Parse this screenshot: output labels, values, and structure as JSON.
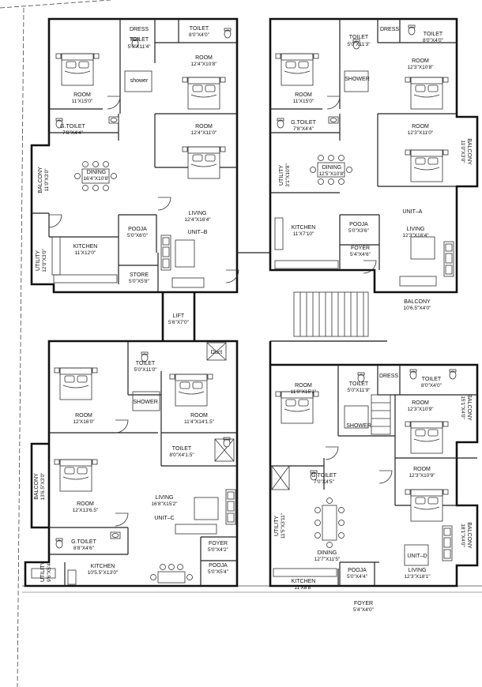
{
  "unit_b": {
    "name": "UNIT–B",
    "dress": "DRESS",
    "toilet1": {
      "name": "TOILET",
      "size": "5'0\"X11'4\""
    },
    "toilet2": {
      "name": "TOILET",
      "size": "8'0\"X4'0\""
    },
    "shower": "shower",
    "room_main": {
      "name": "ROOM",
      "size": "11'X15'0\""
    },
    "room_a": {
      "name": "ROOM",
      "size": "12'4\"X10'8\""
    },
    "room_b": {
      "name": "ROOM",
      "size": "12'4\"X11'0\""
    },
    "gtoilet": {
      "name": "G.TOILET",
      "size": "7'8\"X4'4\""
    },
    "dining": {
      "name": "DINING",
      "size": "16'4\"X10'8\""
    },
    "balcony": {
      "name": "BALCONY",
      "size": "11'0\"X3'0\""
    },
    "pooja": {
      "name": "POOJA",
      "size": "5'0\"X6'0\""
    },
    "living": {
      "name": "LIVING",
      "size": "12'4\"X16'4\""
    },
    "kitchen": {
      "name": "KITCHEN",
      "size": "11'X12'0\""
    },
    "utility": {
      "name": "UTILITY",
      "size": "12'0\"X3'0\""
    },
    "store": {
      "name": "STORE",
      "size": "5'0\"X5'8\""
    }
  },
  "unit_a": {
    "name": "UNIT–A",
    "dress": "DRESS",
    "toilet1": {
      "name": "TOILET",
      "size": "5'0\"X11'3\""
    },
    "toilet2": {
      "name": "TOILET",
      "size": "8'0\"X4'0\""
    },
    "shower": "SHOWER",
    "room_main": {
      "name": "ROOM",
      "size": "11'X15'0\""
    },
    "room_a": {
      "name": "ROOM",
      "size": "12'3\"X10'8\""
    },
    "room_b": {
      "name": "ROOM",
      "size": "12'3\"X11'0\""
    },
    "gtoilet": {
      "name": "G.TOILET",
      "size": "7'8\"X4'4\""
    },
    "dining": {
      "name": "DINING",
      "size": "12'5\"X10'8\""
    },
    "utility": {
      "name": "UTILITY",
      "size": "3'1\"X10'8\""
    },
    "balcony_side": {
      "name": "BALCONY",
      "size": "11'0\"X3'0\""
    },
    "kitchen": {
      "name": "KITCHEN",
      "size": "11'X7'10\""
    },
    "pooja": {
      "name": "POOJA",
      "size": "5'0\"X3'6\""
    },
    "living": {
      "name": "LIVING",
      "size": "12'3\"X16'4\""
    },
    "foyer": {
      "name": "FOYER",
      "size": "5'4\"X4'6\""
    },
    "balcony_bottom": {
      "name": "BALCONY",
      "size": "10'6.5\"X4'0\""
    }
  },
  "lift": {
    "name": "LIFT",
    "size": "5'6\"X7'0\""
  },
  "duct": "Duct",
  "unit_c": {
    "name": "UNIT–C",
    "toilet1": {
      "name": "TOILET",
      "size": "5'0\"X11'0\""
    },
    "shower": "SHOWER",
    "room_top": {
      "name": "ROOM",
      "size": "12'X16'0\""
    },
    "room_right": {
      "name": "ROOM",
      "size": "11'4\"X14'1.5\""
    },
    "toilet2": {
      "name": "TOILET",
      "size": "8'0\"X4'1.5\""
    },
    "balcony": {
      "name": "BALCONY",
      "size": "13'6.5\"X3'0\""
    },
    "room_mid": {
      "name": "ROOM",
      "size": "12'X13'6.5\""
    },
    "living": {
      "name": "LIVING",
      "size": "16'8\"X15'2\""
    },
    "gtoilet": {
      "name": "G.TOILET",
      "size": "8'8\"X4'6\""
    },
    "foyer": {
      "name": "FOYER",
      "size": "5'0\"X4'2\""
    },
    "utility": {
      "name": "UTILITY",
      "size": "9'6\"X5'4\""
    },
    "kitchen": {
      "name": "KITCHEN",
      "size": "10'5.5\"X13'0\""
    },
    "pooja": {
      "name": "POOJA",
      "size": "5'0\"X5'4\""
    }
  },
  "unit_d": {
    "name": "UNIT–D",
    "room_left": {
      "name": "ROOM",
      "size": "11'0\"X15'1\""
    },
    "toilet1": {
      "name": "TOILET",
      "size": "5'0\"X11'9\""
    },
    "dress": "DRESS",
    "toilet2": {
      "name": "TOILET",
      "size": "8'0\"X4'0\""
    },
    "balcony_top": {
      "name": "BALCONY",
      "size": "15'1\"X4'0\""
    },
    "room_a": {
      "name": "ROOM",
      "size": "12'3\"X10'9\""
    },
    "shower": "SHOWER",
    "gtoilet": {
      "name": "G.TOILET",
      "size": "7'0\"X4'5\""
    },
    "room_b": {
      "name": "ROOM",
      "size": "12'3\"X10'9\""
    },
    "utility": {
      "name": "UTILITY",
      "size": "11'5\"X3'11\""
    },
    "dining": {
      "name": "DINING",
      "size": "12'7\"X11'5\""
    },
    "balcony_right": {
      "name": "BALCONY",
      "size": "18'1\"X4'0\""
    },
    "kitchen": {
      "name": "KITCHEN",
      "size": "11'X8'8\""
    },
    "pooja": {
      "name": "POOJA",
      "size": "5'0\"X4'4\""
    },
    "living": {
      "name": "LIVING",
      "size": "12'3\"X18'1\""
    },
    "foyer": {
      "name": "FOYER",
      "size": "5'4\"X4'0\""
    }
  }
}
